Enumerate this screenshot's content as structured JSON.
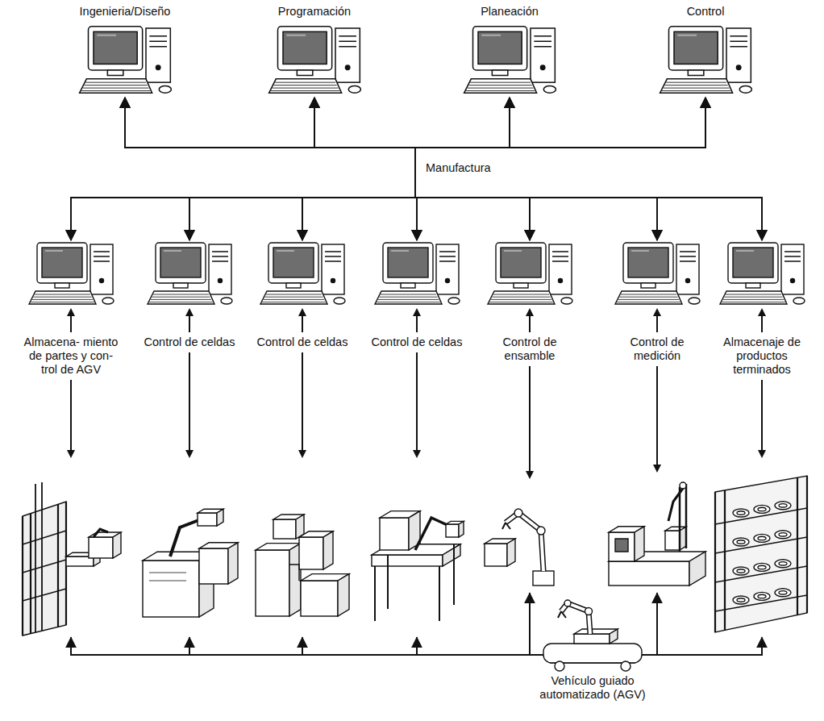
{
  "diagram": {
    "nodes": [
      {
        "text": [
          "Ingenieria/Diseño"
        ]
      },
      {
        "text": [
          "Programación"
        ]
      },
      {
        "text": [
          "Planeación"
        ]
      },
      {
        "text": [
          "Control"
        ]
      },
      {
        "text": [
          "Almacena- miento de partes y con- trol de AGV"
        ]
      },
      {
        "text": [
          "Control de celdas"
        ]
      },
      {
        "text": [
          "Control de celdas"
        ]
      },
      {
        "text": [
          "Control de celdas"
        ]
      },
      {
        "text": [
          "Control de ensamble"
        ]
      },
      {
        "text": [
          "Control de medición"
        ]
      },
      {
        "text": [
          "Almacenaje de productos terminados"
        ]
      },
      {
        "text": [
          "Vehículo guiado automatizado (AGV)"
        ]
      }
    ],
    "edges": [
      {
        "from": 0,
        "to": 4,
        "arrow": "both"
      },
      {
        "from": 0,
        "to": 5,
        "arrow": "both"
      },
      {
        "from": 0,
        "to": 6,
        "arrow": "both"
      },
      {
        "from": 0,
        "to": 7,
        "arrow": "both"
      },
      {
        "from": 0,
        "to": 8,
        "arrow": "both"
      },
      {
        "from": 0,
        "to": 9,
        "arrow": "both"
      },
      {
        "from": 0,
        "to": 10,
        "arrow": "both"
      },
      {
        "from": 1,
        "to": 4,
        "arrow": "both"
      },
      {
        "from": 1,
        "to": 5,
        "arrow": "both"
      },
      {
        "from": 1,
        "to": 6,
        "arrow": "both"
      },
      {
        "from": 1,
        "to": 7,
        "arrow": "both"
      },
      {
        "from": 1,
        "to": 8,
        "arrow": "both"
      },
      {
        "from": 1,
        "to": 9,
        "arrow": "both"
      },
      {
        "from": 1,
        "to": 10,
        "arrow": "both"
      },
      {
        "from": 2,
        "to": 4,
        "arrow": "both"
      },
      {
        "from": 2,
        "to": 5,
        "arrow": "both"
      },
      {
        "from": 2,
        "to": 6,
        "arrow": "both"
      },
      {
        "from": 2,
        "to": 7,
        "arrow": "both"
      },
      {
        "from": 2,
        "to": 8,
        "arrow": "both"
      },
      {
        "from": 2,
        "to": 9,
        "arrow": "both"
      },
      {
        "from": 2,
        "to": 10,
        "arrow": "both"
      },
      {
        "from": 3,
        "to": 4,
        "arrow": "both"
      },
      {
        "from": 3,
        "to": 5,
        "arrow": "both"
      },
      {
        "from": 3,
        "to": 6,
        "arrow": "both"
      },
      {
        "from": 3,
        "to": 7,
        "arrow": "both"
      },
      {
        "from": 3,
        "to": 8,
        "arrow": "both"
      },
      {
        "from": 3,
        "to": 9,
        "arrow": "both"
      },
      {
        "from": 3,
        "to": 10,
        "arrow": "both"
      },
      {
        "from": 11,
        "to": 4,
        "arrow": "to"
      },
      {
        "from": 11,
        "to": 5,
        "arrow": "to"
      },
      {
        "from": 11,
        "to": 6,
        "arrow": "to"
      },
      {
        "from": 11,
        "to": 7,
        "arrow": "to"
      },
      {
        "from": 11,
        "to": 8,
        "arrow": "to"
      },
      {
        "from": 11,
        "to": 9,
        "arrow": "to"
      },
      {
        "from": 11,
        "to": 10,
        "arrow": "to"
      }
    ],
    "labels": [
      "Manufactura"
    ]
  }
}
